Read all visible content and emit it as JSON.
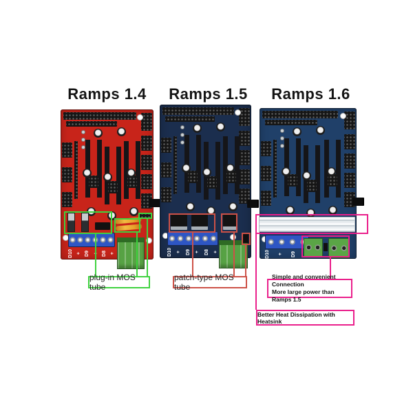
{
  "titles": [
    "Ramps 1.4",
    "Ramps 1.5",
    "Ramps 1.6"
  ],
  "boards": {
    "ramps14": {
      "title": "Ramps 1.4",
      "pcb_color": "#c8241a",
      "power_labels": [
        "D10",
        "+",
        "D9",
        "+",
        "D8",
        "+"
      ]
    },
    "ramps15": {
      "title": "Ramps 1.5",
      "pcb_color": "#1b2e4e",
      "power_labels": [
        "D10",
        "+",
        "D9",
        "+",
        "D8",
        "+"
      ]
    },
    "ramps16": {
      "title": "Ramps 1.6",
      "pcb_color": "#204069",
      "power_labels": [
        "D10",
        "+",
        "D9",
        "+"
      ]
    }
  },
  "callouts": {
    "plug_in_mos": {
      "label": "plug-in MOS tube",
      "color": "#3fd23f"
    },
    "patch_type_mos": {
      "label": "patch-type MOS tube",
      "color": "#cd5147"
    },
    "connection": {
      "line1": "Simple and convenient Connection",
      "line2": "More large power than Ramps 1.5",
      "color": "#ea1f8b"
    },
    "heat_dissipation": {
      "label": "Better Heat Dissipation with Heatsink",
      "color": "#ea1f8b"
    }
  },
  "colors": {
    "terminal_blue": "#2e56c4",
    "connector_green": "#57a244",
    "heatsink_silver": "#dfe6ea",
    "component_black": "#161616",
    "background": "#ffffff"
  }
}
